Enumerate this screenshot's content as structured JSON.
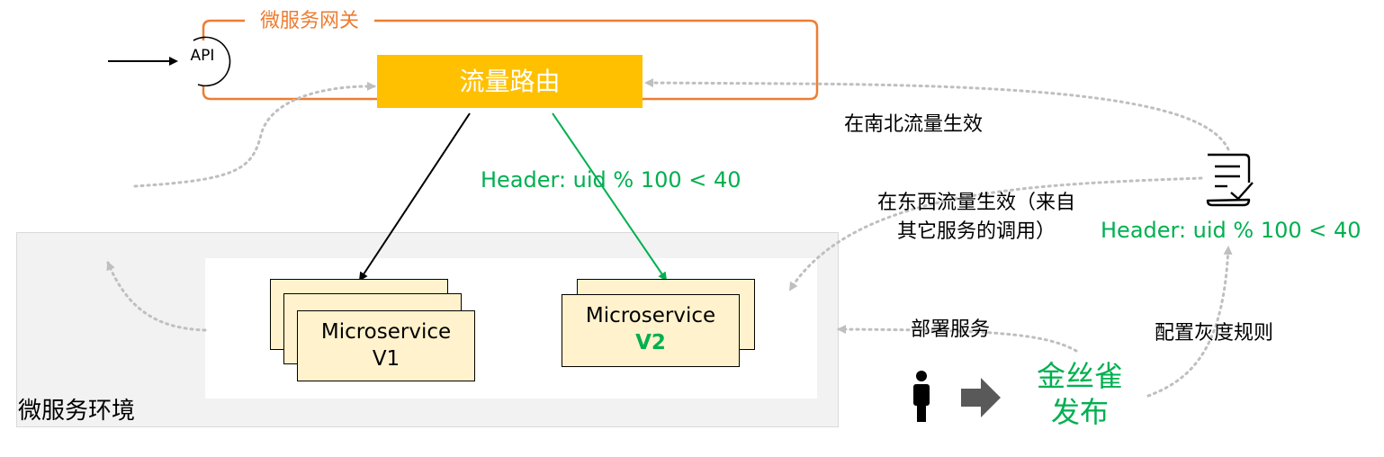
{
  "gateway": {
    "title": "微服务网关",
    "api_label": "API",
    "router_label": "流量路由"
  },
  "environment": {
    "label": "微服务环境",
    "services": [
      {
        "name": "Microservice",
        "version": "V1"
      },
      {
        "name": "Microservice",
        "version": "V2"
      }
    ]
  },
  "routing_rule": "Header: uid % 100 < 40",
  "annotations": {
    "north_south": "在南北流量生效",
    "east_west": "在东西流量生效（来自其它服务的调用）",
    "deploy": "部署服务",
    "config_rule": "配置灰度规则",
    "rule_copy": "Header: uid % 100 < 40"
  },
  "release": {
    "label": "金丝雀发布"
  },
  "icons": {
    "api": "api-circle-icon",
    "person": "person-icon",
    "arrow": "right-arrow-icon",
    "checklist": "checklist-icon"
  },
  "colors": {
    "gateway": "#ED7D31",
    "router": "#FFC000",
    "green": "#00B050",
    "card_fill": "#FFF2CC",
    "dotted": "#BFBFBF"
  }
}
